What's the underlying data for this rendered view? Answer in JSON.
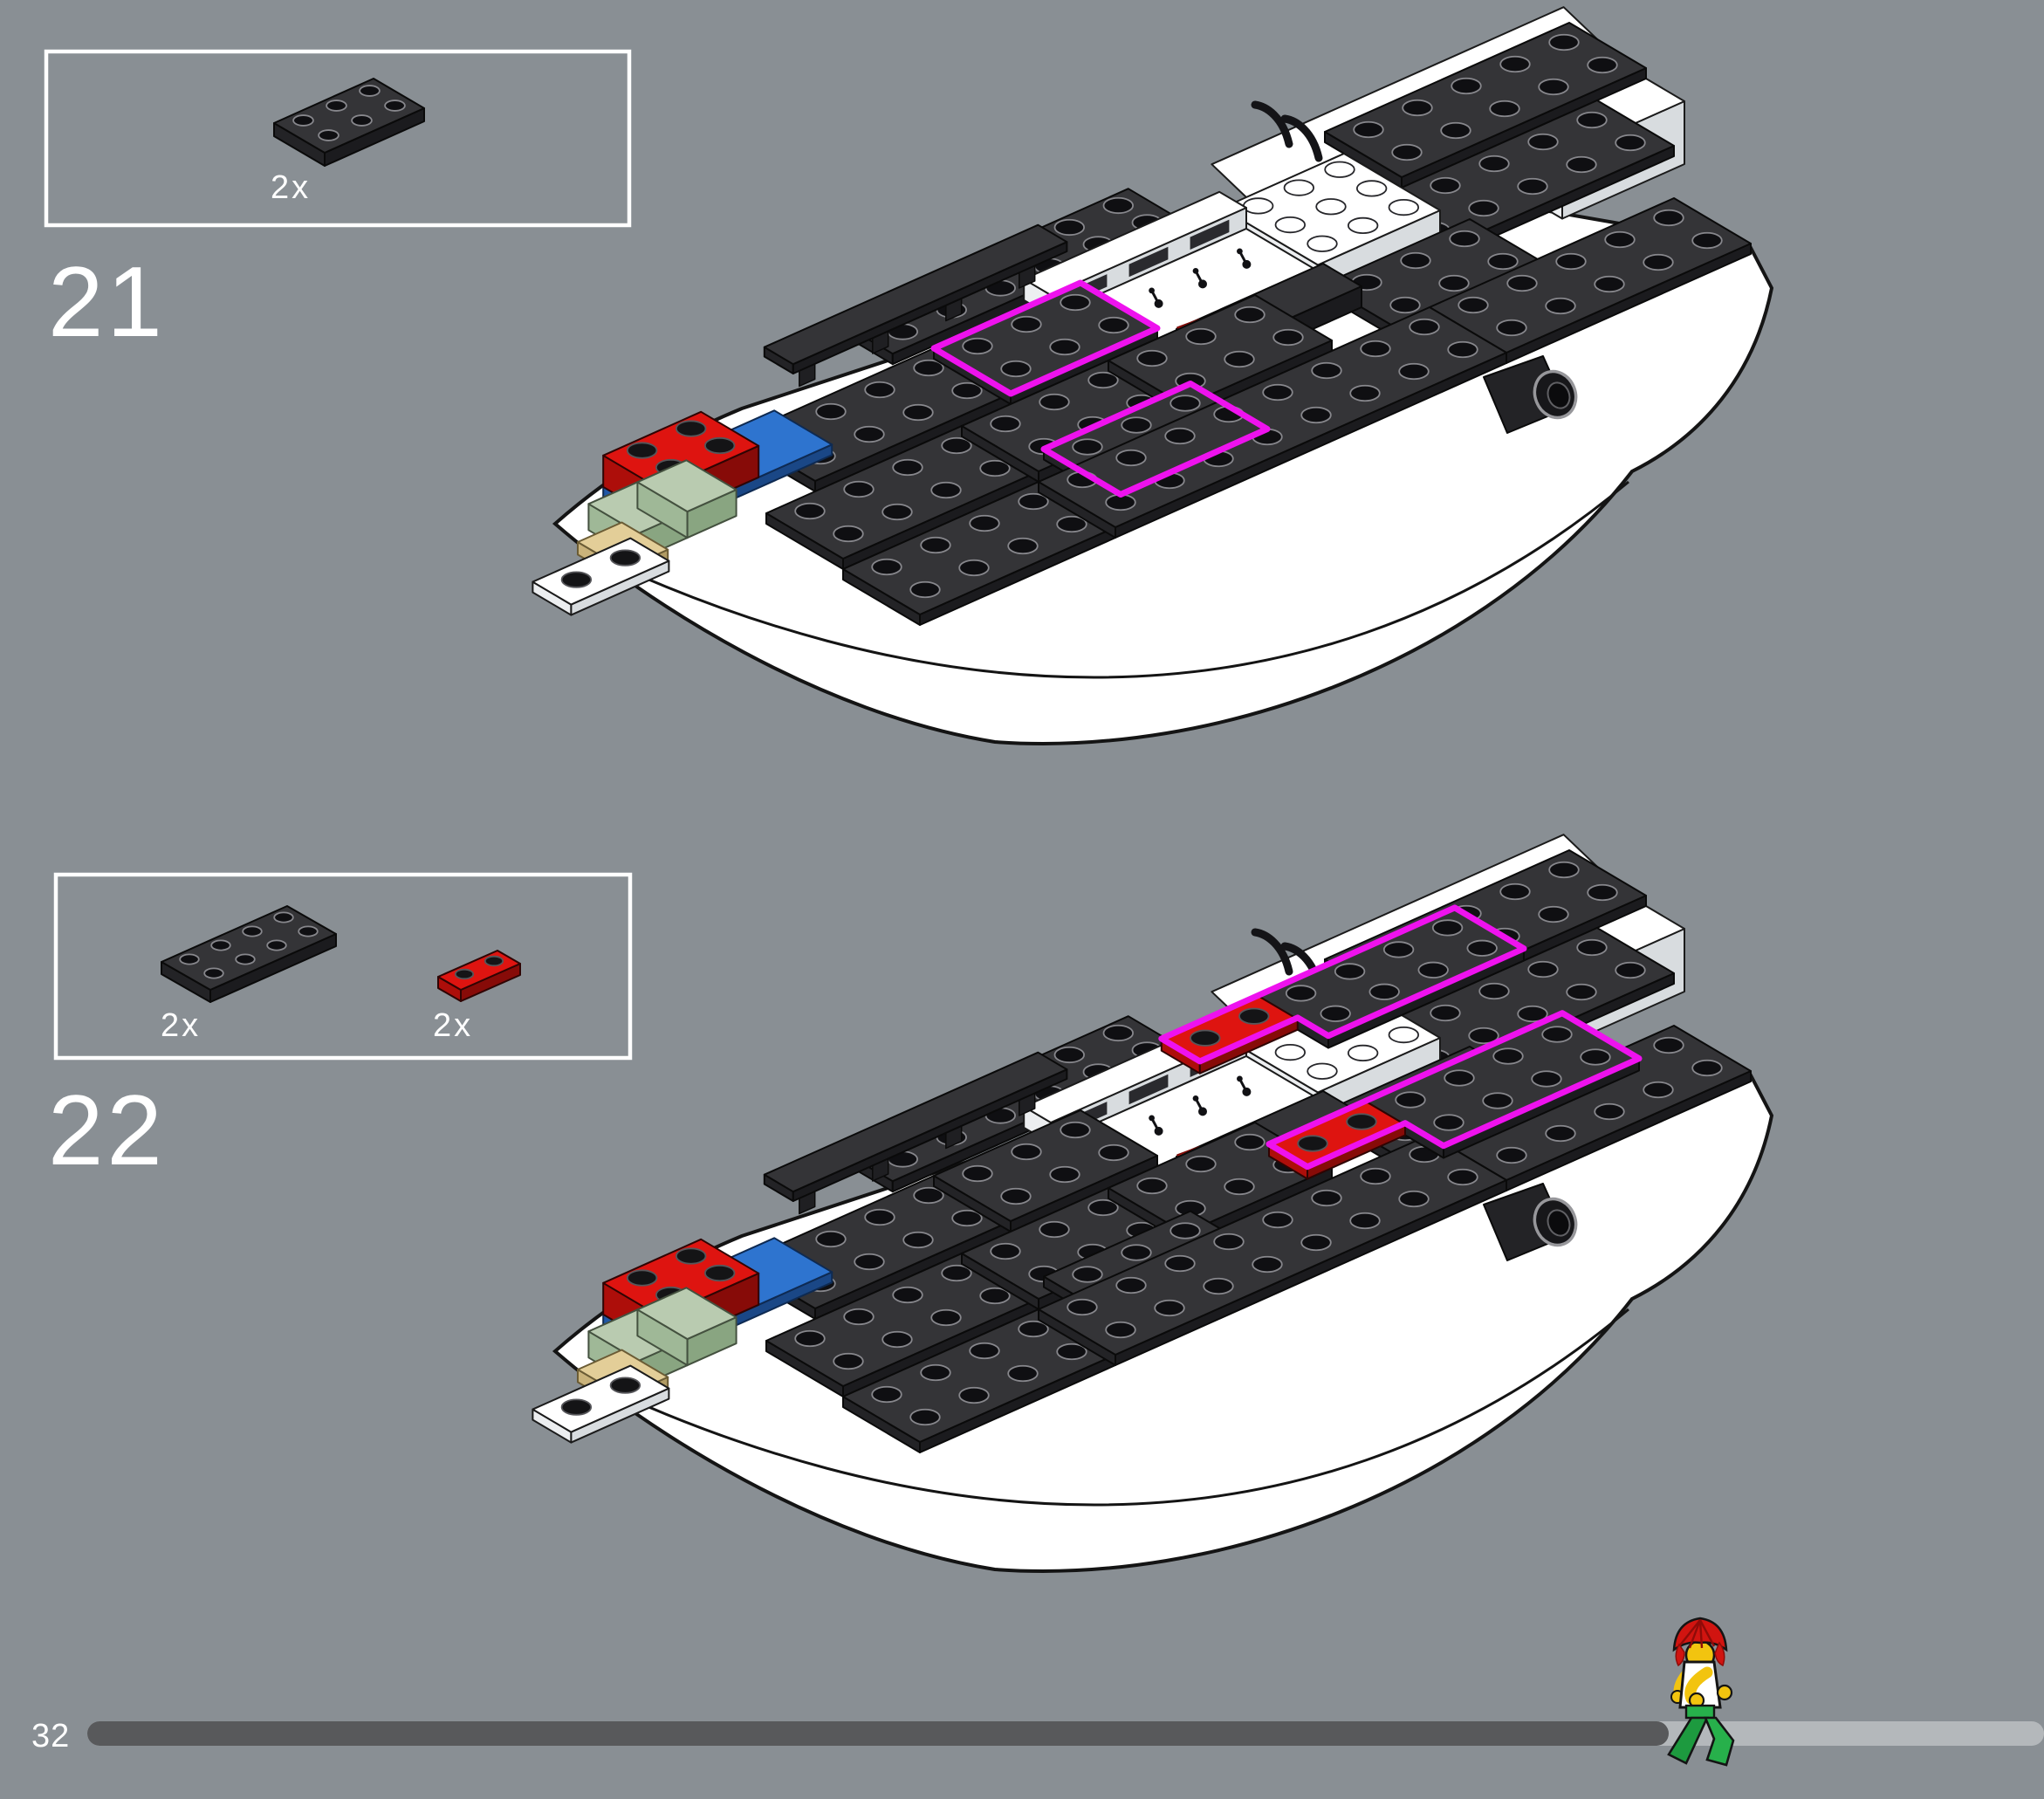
{
  "page": {
    "number": "32",
    "background": "#898f94"
  },
  "progress_bar": {
    "filled_ratio": 0.81,
    "filled_color": "#58595b",
    "track_color": "#b4b8bb"
  },
  "highlight_color": "#ee12ee",
  "steps": [
    {
      "number": "21",
      "parts": [
        {
          "quantity": "2x",
          "piece": "black-plate-2x3"
        }
      ],
      "illustration": "yacht-hull-with-two-2x3-black-plates-highlighted"
    },
    {
      "number": "22",
      "parts": [
        {
          "quantity": "2x",
          "piece": "black-plate-2x4"
        },
        {
          "quantity": "2x",
          "piece": "red-plate-1x2"
        }
      ],
      "illustration": "yacht-hull-with-red-1x2-and-black-2x4-plates-highlighted"
    }
  ],
  "palette": {
    "dark": {
      "top": "#343437",
      "side": "#232326",
      "front": "#1b1b1e",
      "line": "#0a0a0a"
    },
    "white": {
      "top": "#ffffff",
      "side": "#eceef0",
      "front": "#d8dcdf",
      "line": "#1b1b1b"
    },
    "red": {
      "top": "#de1410",
      "side": "#ad0e0a",
      "front": "#870b08",
      "line": "#2f0403"
    },
    "blue": {
      "top": "#2e74cf",
      "side": "#2158a6",
      "front": "#1a4786",
      "line": "#0e2a52"
    },
    "sage": {
      "top": "#b9cbb0",
      "side": "#9fb897",
      "front": "#89a581",
      "line": "#44513f"
    },
    "tan": {
      "top": "#e3ce98",
      "side": "#cab37b",
      "front": "#b19b63",
      "line": "#6b5c35"
    },
    "hull": {
      "fill": "#ffffff",
      "line": "#141414"
    },
    "studs": {
      "dark": {
        "f": "#0f0f12",
        "r": "#87878c"
      },
      "white": {
        "f": "#ffffff",
        "r": "#26262a"
      },
      "black": {
        "f": "#141416",
        "r": "#56565a"
      }
    },
    "box_border": "#ffffff",
    "text": "#ffffff"
  },
  "minifigure": {
    "hair": "#d11410",
    "hair_dark": "#8f0b08",
    "skin": "#f2c40f",
    "torso": "#ffffff",
    "legs": "#27b04b",
    "legs_dark": "#1d9a3f",
    "outline": "#141414"
  }
}
